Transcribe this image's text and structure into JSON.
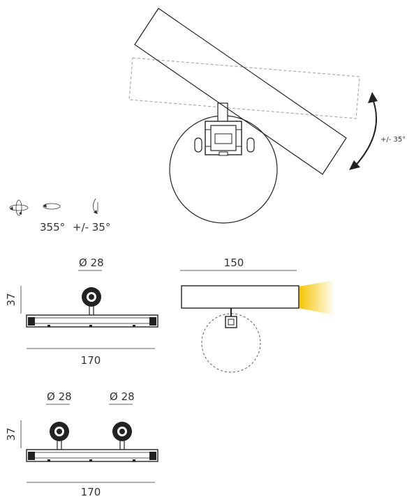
{
  "top_view": {
    "tilt_label": "+/- 35°"
  },
  "rotation_icons": {
    "rotate_label": "355°",
    "tilt_label": "+/- 35°"
  },
  "single_spot_front": {
    "diameter_label": "Ø 28",
    "height_label": "37",
    "width_label": "170"
  },
  "side_view": {
    "length_label": "150"
  },
  "double_spot_front": {
    "diameter_left_label": "Ø 28",
    "diameter_right_label": "Ø 28",
    "height_label": "37",
    "width_label": "170"
  },
  "colors": {
    "line": "#222222",
    "light_beam": "#f5c400",
    "dashed": "#aaaaaa"
  }
}
